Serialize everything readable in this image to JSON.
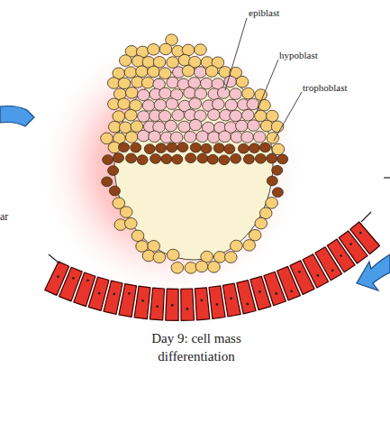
{
  "diagram": {
    "caption": "Day 9: cell mass differentiation",
    "labels": [
      "epiblast",
      "hypoblast",
      "trophoblast",
      "ar"
    ]
  }
}
